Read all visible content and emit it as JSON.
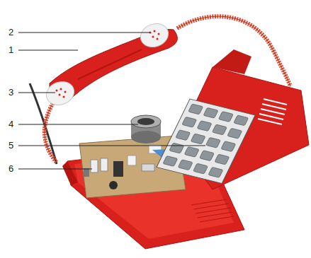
{
  "diagram": {
    "labels": [
      "2",
      "1",
      "3",
      "4",
      "5",
      "6"
    ]
  }
}
